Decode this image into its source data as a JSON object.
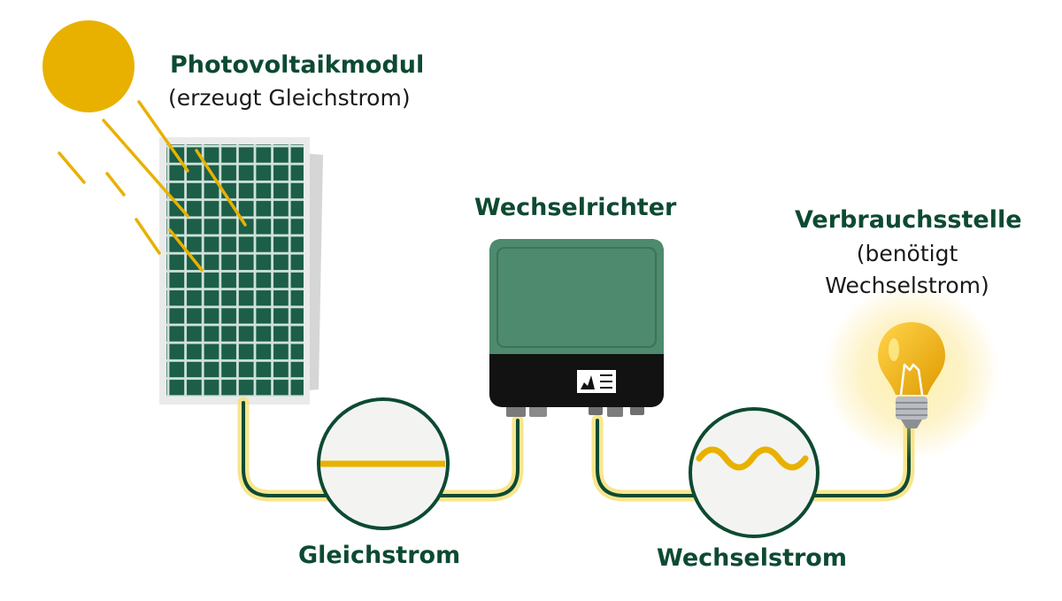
{
  "labels": {
    "pv_title": "Photovoltaikmodul",
    "pv_sub": "(erzeugt Gleichstrom)",
    "inverter_title": "Wechselrichter",
    "consumer_title": "Verbrauchsstelle",
    "consumer_sub_1": "(benötigt",
    "consumer_sub_2": "Wechselstrom)",
    "dc_label": "Gleichstrom",
    "ac_label": "Wechselstrom"
  },
  "colors": {
    "brand_green": "#0d4a32",
    "sun_yellow": "#e8b100",
    "inverter_green": "#4d8a6e",
    "inverter_dark": "#121212",
    "solar_cell": "#1c5e48",
    "wire_glow": "#f3dc6a"
  }
}
